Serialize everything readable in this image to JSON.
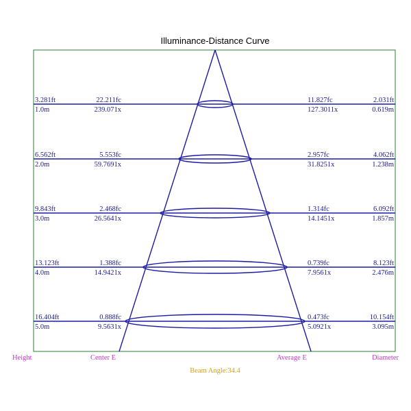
{
  "title": "Illuminance-Distance Curve",
  "colors": {
    "frame": "#2e7d32",
    "lines": "#1a1aa6",
    "values": "#1a1a8c",
    "footer": "#cc33cc",
    "beam": "#d4a017"
  },
  "rows": [
    {
      "height_ft": "3.281ft",
      "height_m": "1.0m",
      "center_fc": "22.211fc",
      "center_lx": "239.071x",
      "average_fc": "11.827fc",
      "average_lx": "127.3011x",
      "diameter_ft": "2.031ft",
      "diameter_m": "0.619m"
    },
    {
      "height_ft": "6.562ft",
      "height_m": "2.0m",
      "center_fc": "5.553fc",
      "center_lx": "59.7691x",
      "average_fc": "2.957fc",
      "average_lx": "31.8251x",
      "diameter_ft": "4.062ft",
      "diameter_m": "1.238m"
    },
    {
      "height_ft": "9.843ft",
      "height_m": "3.0m",
      "center_fc": "2.468fc",
      "center_lx": "26.5641x",
      "average_fc": "1.314fc",
      "average_lx": "14.1451x",
      "diameter_ft": "6.092ft",
      "diameter_m": "1.857m"
    },
    {
      "height_ft": "13.123ft",
      "height_m": "4.0m",
      "center_fc": "1.388fc",
      "center_lx": "14.9421x",
      "average_fc": "0.739fc",
      "average_lx": "7.9561x",
      "diameter_ft": "8.123ft",
      "diameter_m": "2.476m"
    },
    {
      "height_ft": "16.404ft",
      "height_m": "5.0m",
      "center_fc": "0.888fc",
      "center_lx": "9.5631x",
      "average_fc": "0.473fc",
      "average_lx": "5.0921x",
      "diameter_ft": "10.154ft",
      "diameter_m": "3.095m"
    }
  ],
  "footer": {
    "height": "Height",
    "center": "Center E",
    "average": "Average E",
    "diameter": "Diameter"
  },
  "beam_label": "Beam Angle:34.4"
}
